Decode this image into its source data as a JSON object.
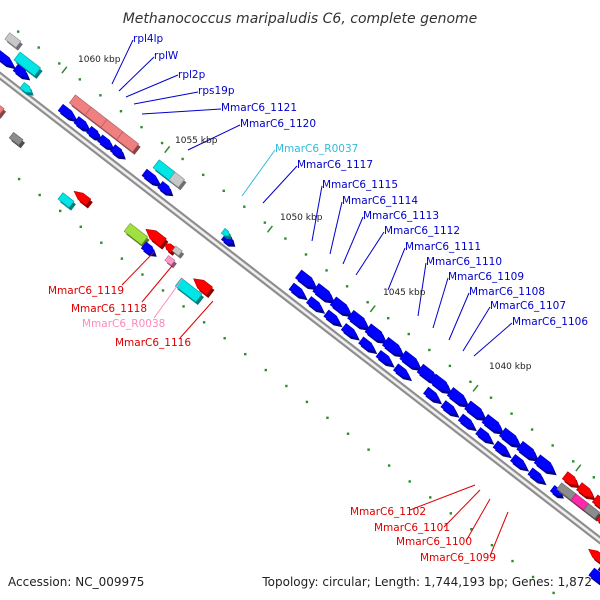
{
  "title": "Methanococcus maripaludis C6, complete genome",
  "footer": {
    "accession": "Accession: NC_009975",
    "topology": "Topology: circular; Length: 1,744,193 bp; Genes: 1,872"
  },
  "ticks": [
    "1060 kbp",
    "1055 kbp",
    "1050 kbp",
    "1045 kbp",
    "1040 kbp"
  ],
  "colors": {
    "cds_forward": "#0000ff",
    "cds_reverse": "#ff0000",
    "rna": "#00e5e5",
    "rna_light": "#ff99cc",
    "backbone": "#999999",
    "tick_mark": "#2e8b2e"
  },
  "labels_top": [
    "rpl4lp",
    "rplW",
    "rpl2p",
    "rps19p",
    "MmarC6_1121",
    "MmarC6_1120",
    "MmarC6_R0037",
    "MmarC6_1117",
    "MmarC6_1115",
    "MmarC6_1114",
    "MmarC6_1113",
    "MmarC6_1112",
    "MmarC6_1111",
    "MmarC6_1110",
    "MmarC6_1109",
    "MmarC6_1108",
    "MmarC6_1107",
    "MmarC6_1106"
  ],
  "labels_bottom": [
    "MmarC6_1119",
    "MmarC6_1118",
    "MmarC6_R0038",
    "MmarC6_1116",
    "MmarC6_1102",
    "MmarC6_1101",
    "MmarC6_1100",
    "MmarC6_1099"
  ]
}
